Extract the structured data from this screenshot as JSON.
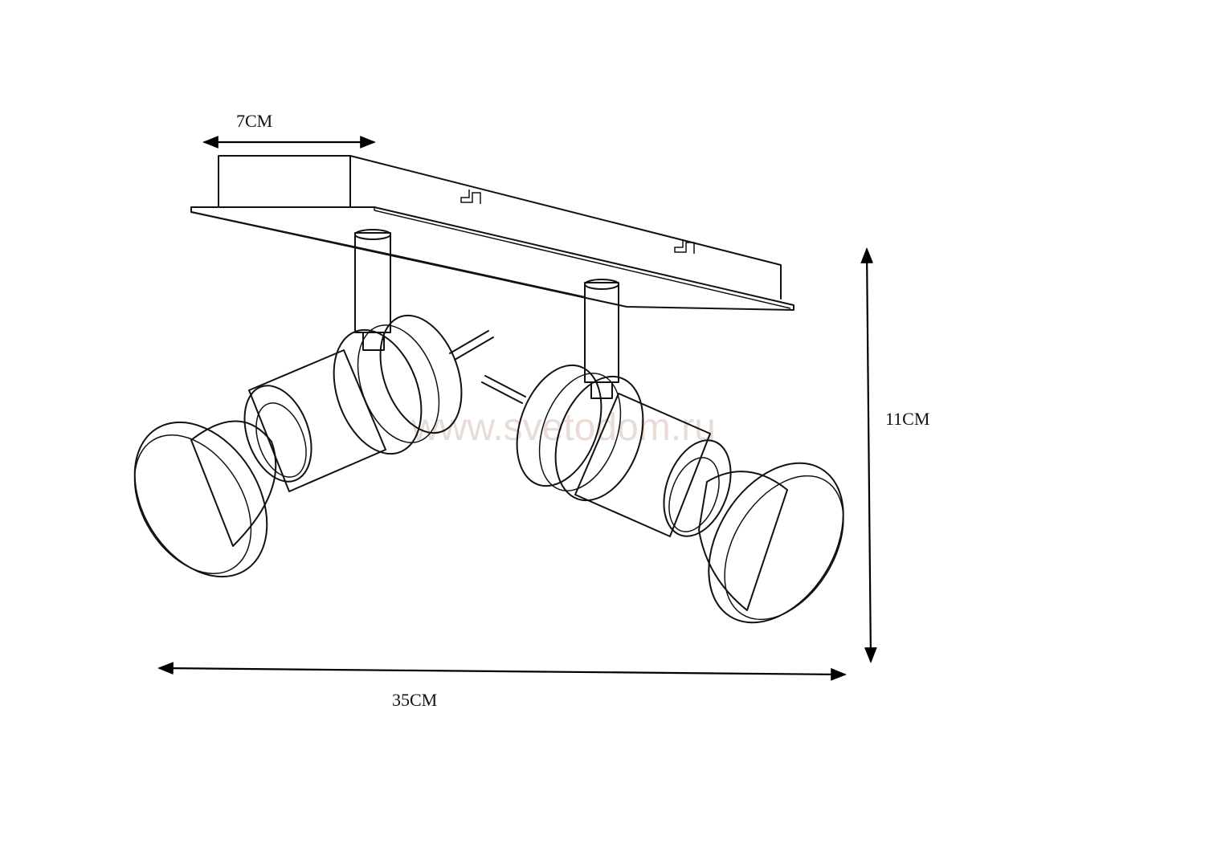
{
  "dimensions": {
    "width_label": "7CM",
    "length_label": "35CM",
    "height_label": "11CM"
  },
  "watermark": "www.svetodom.ru",
  "colors": {
    "line": "#111111",
    "watermark": "#e9dcd6",
    "background": "#ffffff"
  }
}
